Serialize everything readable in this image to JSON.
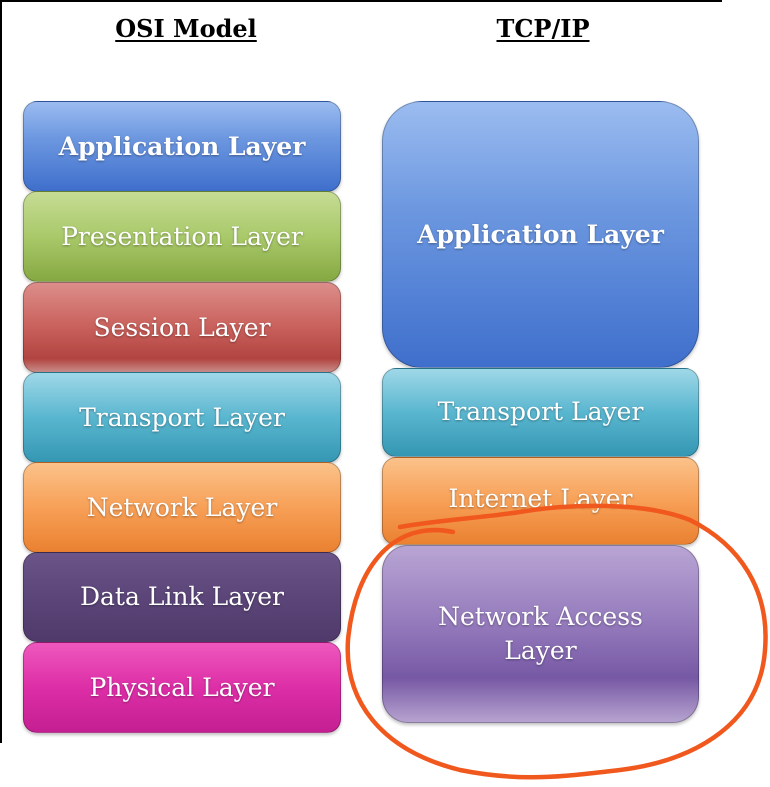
{
  "headings": {
    "osi": "OSI Model",
    "tcp": "TCP/IP"
  },
  "osi_layers": [
    {
      "label": "Application Layer",
      "color": "#4a7bd6"
    },
    {
      "label": "Presentation Layer",
      "color": "#9dbf5c"
    },
    {
      "label": "Session Layer",
      "color": "#c0504d"
    },
    {
      "label": "Transport Layer",
      "color": "#4bacc6"
    },
    {
      "label": "Network Layer",
      "color": "#f79646"
    },
    {
      "label": "Data Link Layer",
      "color": "#5c4679"
    },
    {
      "label": "Physical Layer",
      "color": "#dd2ea7"
    }
  ],
  "tcp_layers": [
    {
      "label": "Application Layer",
      "color": "#5b8ee0"
    },
    {
      "label": "Transport Layer",
      "color": "#4bacc6"
    },
    {
      "label": "Internet Layer",
      "color": "#f79646"
    },
    {
      "label": "Network Access Layer",
      "color": "#8064a2"
    }
  ],
  "annotation": {
    "color": "#f0581e"
  }
}
